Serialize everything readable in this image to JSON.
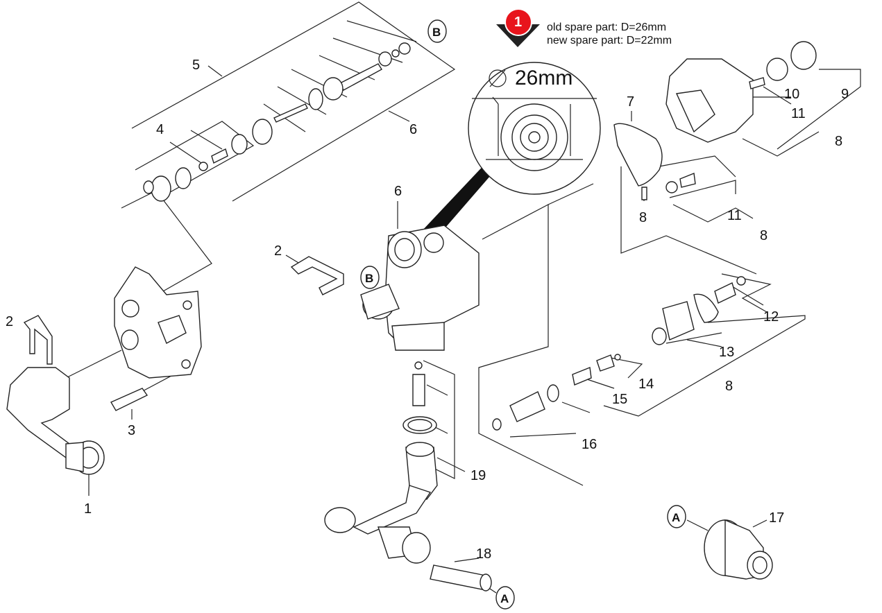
{
  "callout": {
    "number": "1",
    "old_part": "old spare part: D=26mm",
    "new_part": "new spare part: D=22mm",
    "diameter_symbol": "⌀",
    "diameter_value": "26mm",
    "badge_color": "#e8141c"
  },
  "part_labels": {
    "p1": "1",
    "p2a": "2",
    "p2b": "2",
    "p3": "3",
    "p4": "4",
    "p5": "5",
    "p6a": "6",
    "p6b": "6",
    "p7": "7",
    "p8a": "8",
    "p8b": "8",
    "p8c": "8",
    "p8d": "8",
    "p9": "9",
    "p10": "10",
    "p11a": "11",
    "p11b": "11",
    "p12": "12",
    "p13": "13",
    "p14": "14",
    "p15": "15",
    "p16": "16",
    "p17": "17",
    "p18": "18",
    "p19": "19"
  },
  "connectors": {
    "a1": "A",
    "a2": "A",
    "b1": "B",
    "b2": "B"
  }
}
